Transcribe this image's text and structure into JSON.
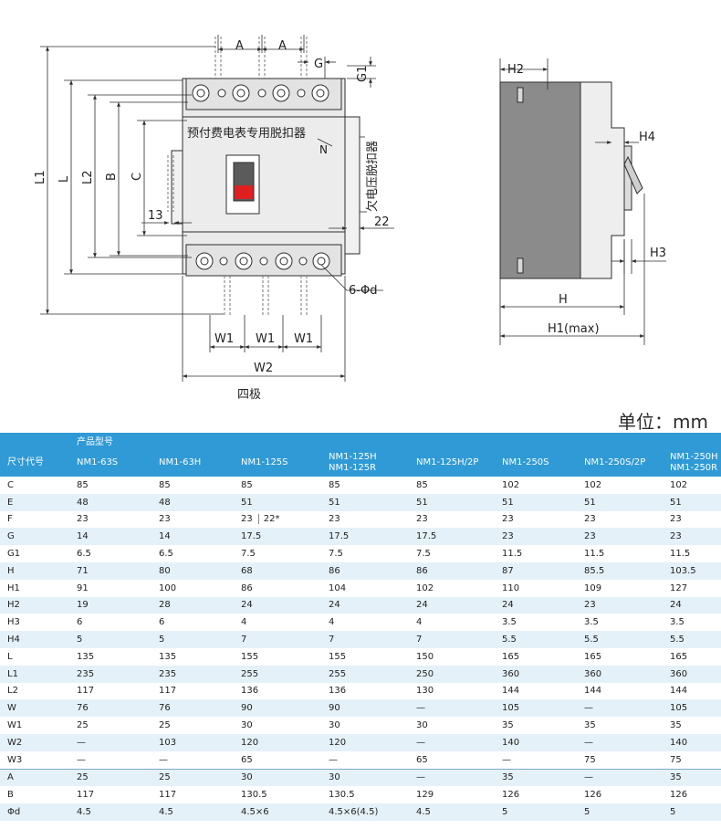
{
  "drawing": {
    "top_labels": {
      "A1": "A",
      "A2": "A",
      "G": "G",
      "G1": "G1"
    },
    "left_labels": {
      "L1": "L1",
      "L": "L",
      "L2": "L2",
      "B": "B",
      "C": "C"
    },
    "front_text": "预付费电表专用脱扣器",
    "n_label": "N",
    "undervoltage_text": "欠电压脱扣器",
    "dim_13": "13",
    "dim_22": "22",
    "hole_label": "6-Φd",
    "w1_labels": [
      "W1",
      "W1",
      "W1"
    ],
    "w2_label": "W2",
    "poles_caption": "四极",
    "side_labels": {
      "H2": "H2",
      "H4": "H4",
      "H3": "H3",
      "H": "H",
      "H1": "H1(max)"
    },
    "colors": {
      "body": "#eaeaea",
      "shaded_side": "#8b8b8b",
      "line": "#2c2c2c",
      "handle_red": "#e02020"
    }
  },
  "unit_text": "单位：mm",
  "table": {
    "header_label": "产品型号",
    "row_header": "尺寸代号",
    "models": [
      {
        "l1": "NM1-63S",
        "l2": ""
      },
      {
        "l1": "NM1-63H",
        "l2": ""
      },
      {
        "l1": "NM1-125S",
        "l2": ""
      },
      {
        "l1": "NM1-125H",
        "l2": "NM1-125R"
      },
      {
        "l1": "NM1-125H/2P",
        "l2": ""
      },
      {
        "l1": "NM1-250S",
        "l2": ""
      },
      {
        "l1": "NM1-250S/2P",
        "l2": ""
      },
      {
        "l1": "NM1-250H",
        "l2": "NM1-250R"
      }
    ],
    "rows": [
      {
        "code": "C",
        "values": [
          "85",
          "85",
          "85",
          "85",
          "85",
          "102",
          "102",
          "102"
        ]
      },
      {
        "code": "E",
        "values": [
          "48",
          "48",
          "51",
          "51",
          "51",
          "51",
          "51",
          "51"
        ]
      },
      {
        "code": "F",
        "values": [
          "23",
          "23",
          "23",
          "23",
          "23",
          "23",
          "23",
          "23"
        ],
        "extra_index": 2,
        "extra": "22*"
      },
      {
        "code": "G",
        "values": [
          "14",
          "14",
          "17.5",
          "17.5",
          "17.5",
          "23",
          "23",
          "23"
        ]
      },
      {
        "code": "G1",
        "values": [
          "6.5",
          "6.5",
          "7.5",
          "7.5",
          "7.5",
          "11.5",
          "11.5",
          "11.5"
        ]
      },
      {
        "code": "H",
        "values": [
          "71",
          "80",
          "68",
          "86",
          "86",
          "87",
          "85.5",
          "103.5"
        ]
      },
      {
        "code": "H1",
        "values": [
          "91",
          "100",
          "86",
          "104",
          "102",
          "110",
          "109",
          "127"
        ]
      },
      {
        "code": "H2",
        "values": [
          "19",
          "28",
          "24",
          "24",
          "24",
          "24",
          "23",
          "24"
        ]
      },
      {
        "code": "H3",
        "values": [
          "6",
          "6",
          "4",
          "4",
          "4",
          "3.5",
          "3.5",
          "3.5"
        ]
      },
      {
        "code": "H4",
        "values": [
          "5",
          "5",
          "7",
          "7",
          "7",
          "5.5",
          "5.5",
          "5.5"
        ]
      },
      {
        "code": "L",
        "values": [
          "135",
          "135",
          "155",
          "155",
          "150",
          "165",
          "165",
          "165"
        ]
      },
      {
        "code": "L1",
        "values": [
          "235",
          "235",
          "255",
          "255",
          "250",
          "360",
          "360",
          "360"
        ]
      },
      {
        "code": "L2",
        "values": [
          "117",
          "117",
          "136",
          "136",
          "130",
          "144",
          "144",
          "144"
        ]
      },
      {
        "code": "W",
        "values": [
          "76",
          "76",
          "90",
          "90",
          "—",
          "105",
          "—",
          "105"
        ]
      },
      {
        "code": "W1",
        "values": [
          "25",
          "25",
          "30",
          "30",
          "30",
          "35",
          "35",
          "35"
        ]
      },
      {
        "code": "W2",
        "values": [
          "—",
          "103",
          "120",
          "120",
          "—",
          "140",
          "—",
          "140"
        ]
      },
      {
        "code": "W3",
        "values": [
          "—",
          "—",
          "65",
          "—",
          "65",
          "—",
          "75",
          "75"
        ]
      },
      {
        "code": "A",
        "values": [
          "25",
          "25",
          "30",
          "30",
          "—",
          "35",
          "—",
          "35"
        ],
        "separator": true
      },
      {
        "code": "B",
        "values": [
          "117",
          "117",
          "130.5",
          "130.5",
          "129",
          "126",
          "126",
          "126"
        ]
      },
      {
        "code": "Φd",
        "values": [
          "4.5",
          "4.5",
          "4.5×6",
          "4.5×6(4.5)",
          "4.5",
          "5",
          "5",
          "5"
        ]
      }
    ]
  }
}
